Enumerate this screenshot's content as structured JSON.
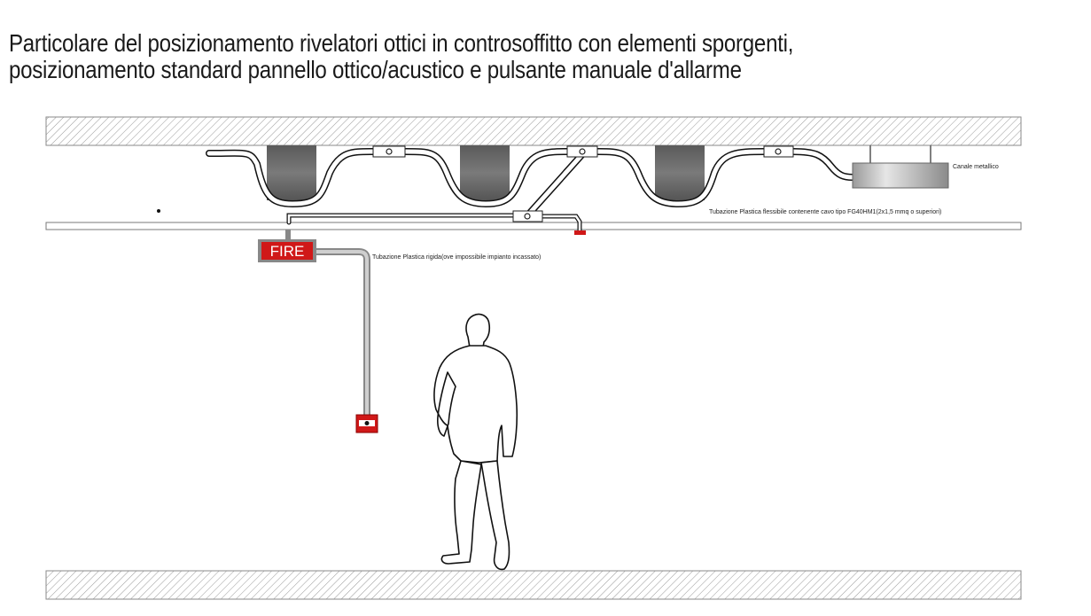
{
  "title": {
    "line1": "Particolare del posizionamento rivelatori ottici in controsoffitto con elementi sporgenti,",
    "line2": "posizionamento standard pannello ottico/acustico e pulsante manuale d'allarme"
  },
  "labels": {
    "canale": "Canale metallico",
    "flessibile": "Tubazione Plastica flessibile contenente cavo tipo FG40HM1(2x1,5 mmq o superiori)",
    "rigida": "Tubazione Plastica rigida(ove impossibile impianto incassato)",
    "fire": "FIRE"
  },
  "colors": {
    "fire_red": "#d01818",
    "hatch": "#8a8a8a",
    "beam": "#6e6e6e"
  }
}
